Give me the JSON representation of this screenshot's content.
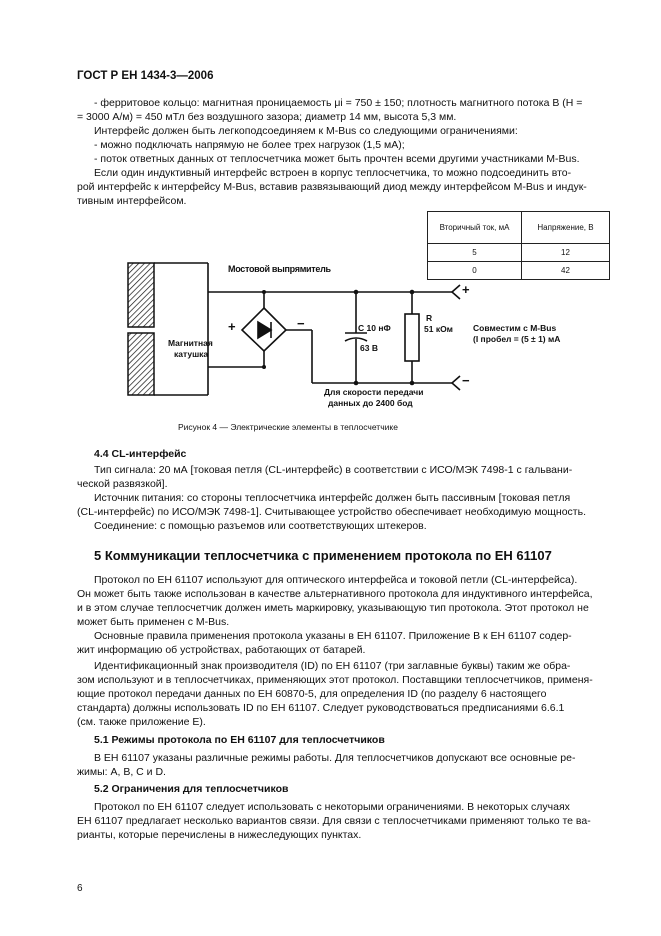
{
  "header": {
    "doc_code": "ГОСТ Р ЕН 1434-3—2006"
  },
  "intro": {
    "lines": [
      "- ферритовое кольцо: магнитная проницаемость μi = 750 ± 150; плотность магнитного потока B (H =",
      "= 3000 А/м) = 450 мТл без воздушного зазора; диаметр 14 мм, высота 5,3 мм.",
      "Интерфейс должен быть легкоподсоединяем к M-Bus со следующими ограничениями:",
      "- можно подключать напрямую не более трех нагрузок (1,5 мА);",
      "- поток ответных данных от теплосчетчика может быть прочтен всеми другими участниками M-Bus.",
      "Если один индуктивный интерфейс встроен в корпус теплосчетчика, то можно подсоединить вто-",
      "рой интерфейс к интерфейсу M-Bus, вставив развязывающий диод между интерфейсом M-Bus и индук-",
      "тивным интерфейсом."
    ]
  },
  "volt_table": {
    "headers": [
      "Вторичный ток, мА",
      "Напряжение, В"
    ],
    "rows": [
      [
        "5",
        "12"
      ],
      [
        "0",
        "42"
      ]
    ]
  },
  "figure": {
    "bridge_label": "Мостовой выпрямитель",
    "coil_label_1": "Магнитная",
    "coil_label_2": "катушка",
    "plus": "+",
    "minus": "−",
    "cap_label_1": "C 10 нФ",
    "cap_label_2": "63 В",
    "res_label_1": "R",
    "res_label_2": "51 кОм",
    "compat_1": "Совместим с M-Bus",
    "compat_2": "(I пробел = (5 ± 1) мА",
    "speed_1": "Для скорости передачи",
    "speed_2": "данных до 2400 бод",
    "caption": "Рисунок 4 — Электрические элементы в теплосчетчике"
  },
  "s44": {
    "heading": "4.4 CL-интерфейс",
    "lines": [
      "Тип сигнала: 20 мА [токовая петля (CL-интерфейс) в соответствии с ИСО/МЭК 7498-1 с гальвани-",
      "ческой развязкой].",
      "Источник питания: со стороны теплосчетчика интерфейс должен быть пассивным [токовая петля",
      "(CL-интерфейс) по ИСО/МЭК 7498-1]. Считывающее устройство обеспечивает необходимую мощность.",
      "Соединение: с помощью разъемов или соответствующих штекеров."
    ]
  },
  "s5": {
    "heading": "5 Коммуникации теплосчетчика с применением протокола по ЕН 61107",
    "lines": [
      "Протокол по ЕН 61107 используют для оптического интерфейса и токовой петли (CL-интерфейса).",
      "Он может быть также использован в качестве альтернативного протокола для индуктивного интерфейса,",
      "и в этом случае теплосчетчик должен иметь маркировку, указывающую тип протокола. Этот протокол не",
      "может быть применен с M-Bus.",
      "Основные правила применения протокола указаны в ЕН 61107. Приложение В к ЕН 61107 содер-",
      "жит информацию об устройствах, работающих от батарей.",
      "Идентификационный знак производителя (ID) по ЕН 61107 (три заглавные буквы) таким же обра-",
      "зом используют и в теплосчетчиках, применяющих этот протокол. Поставщики теплосчетчиков, применя-",
      "ющие протокол передачи данных по ЕН 60870-5, для определения ID (по разделу 6 настоящего",
      "стандарта) должны использовать ID по ЕН 61107. Следует руководствоваться предписаниями 6.6.1",
      "(см. также приложение Е)."
    ]
  },
  "s51": {
    "heading": "5.1 Режимы протокола по ЕН 61107 для теплосчетчиков",
    "lines": [
      "В ЕН 61107 указаны различные режимы работы. Для теплосчетчиков допускают все основные ре-",
      "жимы: А, В, С и D."
    ]
  },
  "s52": {
    "heading": "5.2 Ограничения для теплосчетчиков",
    "lines": [
      "Протокол по ЕН 61107 следует использовать с некоторыми ограничениями. В некоторых случаях",
      "ЕН 61107 предлагает несколько вариантов связи. Для связи с теплосчетчиками применяют только те ва-",
      "рианты, которые перечислены в нижеследующих пунктах."
    ]
  },
  "page_number": "6"
}
